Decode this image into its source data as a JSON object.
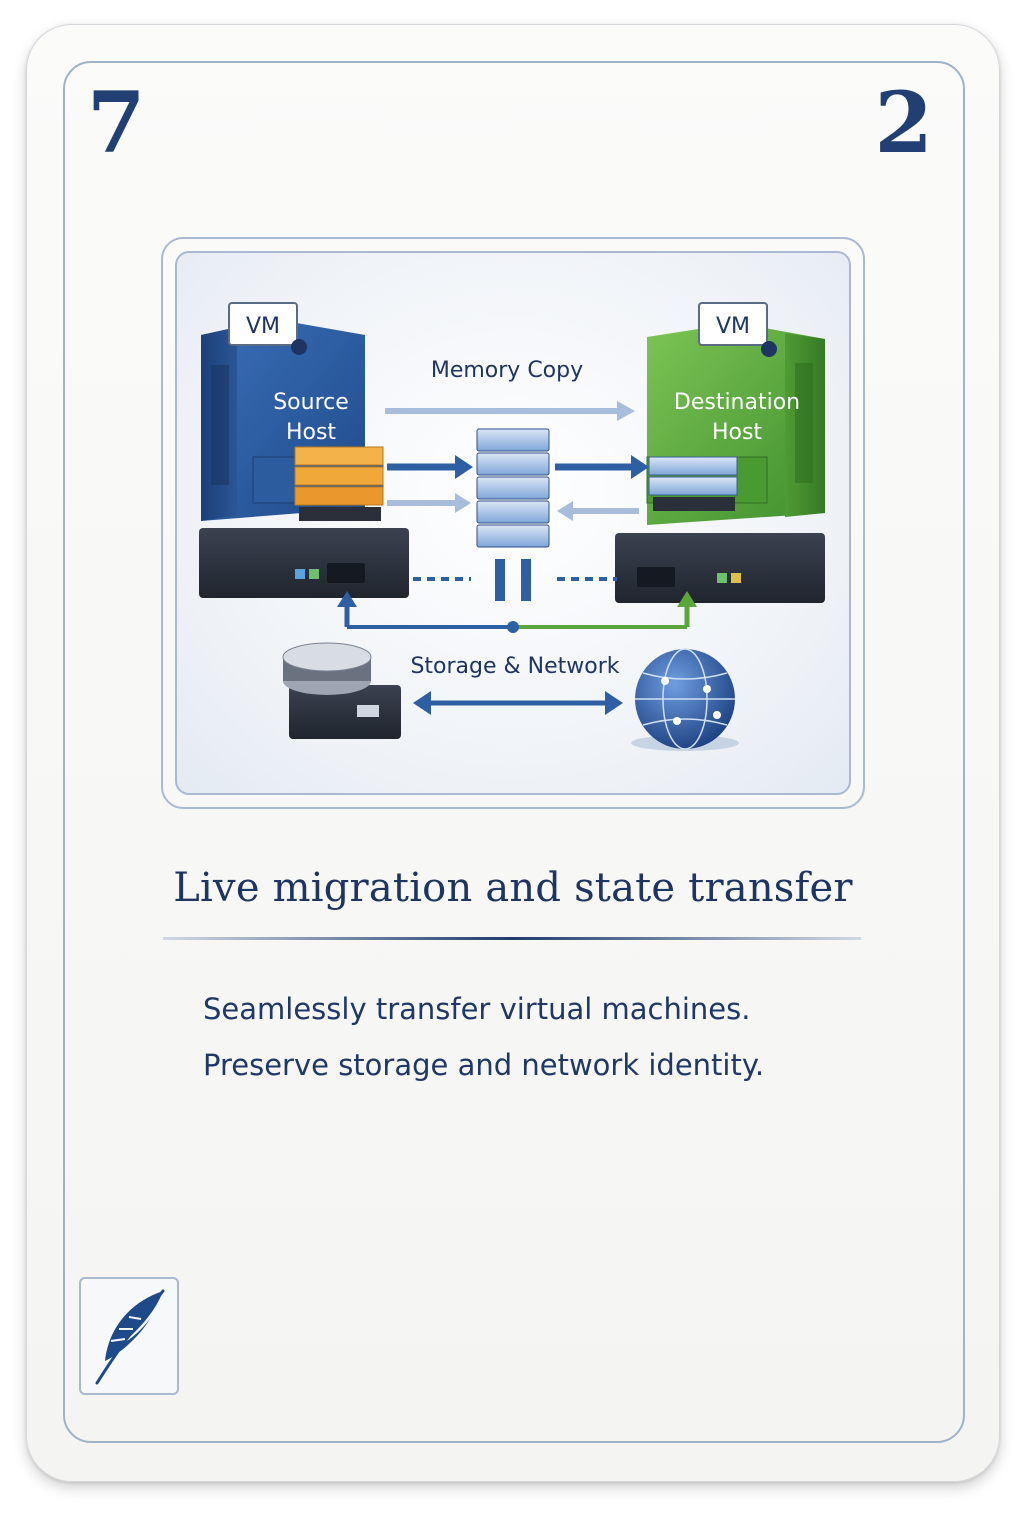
{
  "card": {
    "rank_left": "7",
    "rank_right": "2",
    "title": "Live migration and state transfer",
    "description": [
      "Seamlessly transfer virtual machines.",
      "Preserve storage and network identity."
    ],
    "emblem_icon": "feather-icon"
  },
  "illustration": {
    "source_vm_tag": "VM",
    "source_host_line1": "Source",
    "source_host_line2": "Host",
    "destination_vm_tag": "VM",
    "destination_host_line1": "Destination",
    "destination_host_line2": "Host",
    "memory_copy_label": "Memory Copy",
    "storage_network_label": "Storage & Network",
    "icons": [
      "server-rack-icon",
      "disk-stack-icon",
      "storage-drive-icon",
      "globe-network-icon",
      "pause-icon"
    ]
  },
  "colors": {
    "ink": "#213f73",
    "frame": "#9fb2cc",
    "source_blue": "#2f5fa3",
    "destination_green": "#5aa63c",
    "disk_orange": "#f0a83a"
  }
}
